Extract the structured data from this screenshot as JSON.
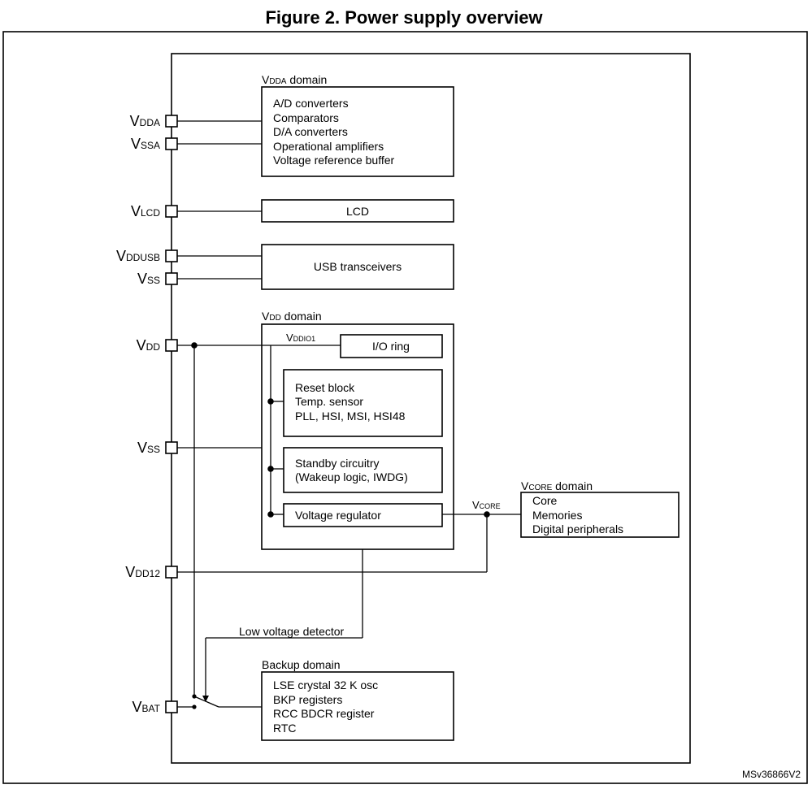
{
  "title": "Figure 2. Power supply overview",
  "figure_id": "MSv36866V2",
  "pins": {
    "vdda": {
      "main": "V",
      "sub": "DDA"
    },
    "vssa": {
      "main": "V",
      "sub": "SSA"
    },
    "vlcd": {
      "main": "V",
      "sub": "LCD"
    },
    "vddusb": {
      "main": "V",
      "sub": "DDUSB"
    },
    "vss_usb": {
      "main": "V",
      "sub": "SS"
    },
    "vdd": {
      "main": "V",
      "sub": "DD"
    },
    "vss": {
      "main": "V",
      "sub": "SS"
    },
    "vdd12": {
      "main": "V",
      "sub": "DD12"
    },
    "vbat": {
      "main": "V",
      "sub": "BAT"
    }
  },
  "domains": {
    "vdda": {
      "main": "V",
      "sub": "DDA",
      "suffix": " domain",
      "items": [
        "A/D converters",
        "Comparators",
        "D/A converters",
        "Operational amplifiers",
        "Voltage reference buffer"
      ]
    },
    "lcd": {
      "label": "LCD"
    },
    "usb": {
      "label": "USB transceivers"
    },
    "vdd": {
      "main": "V",
      "sub": "DD",
      "suffix": " domain",
      "vddio_main": "V",
      "vddio_sub": "DDIO1",
      "io_ring": "I/O ring",
      "reset_items": [
        "Reset block",
        "Temp. sensor",
        "PLL, HSI, MSI, HSI48"
      ],
      "standby_items": [
        "Standby circuitry",
        "(Wakeup logic, IWDG)"
      ],
      "regulator": "Voltage regulator"
    },
    "vcore": {
      "main": "V",
      "sub": "CORE",
      "suffix": " domain",
      "net_main": "V",
      "net_sub": "CORE",
      "items": [
        "Core",
        "Memories",
        "Digital peripherals"
      ]
    },
    "backup": {
      "label": "Backup domain",
      "items": [
        "LSE crystal 32 K osc",
        "BKP registers",
        "RCC BDCR register",
        "RTC"
      ]
    },
    "lvd": {
      "label": "Low voltage detector"
    }
  }
}
